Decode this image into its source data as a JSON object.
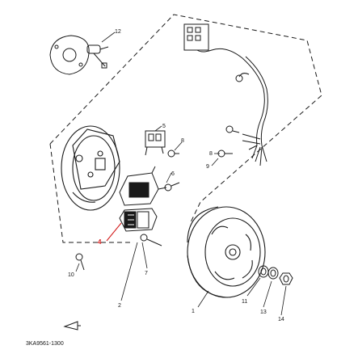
{
  "callouts": [
    {
      "id": "part-1",
      "label": "1"
    },
    {
      "id": "part-2",
      "label": "2"
    },
    {
      "id": "part-4",
      "label": "4",
      "color": "#d42020"
    },
    {
      "id": "part-5",
      "label": "5"
    },
    {
      "id": "part-6",
      "label": "6"
    },
    {
      "id": "part-7",
      "label": "7"
    },
    {
      "id": "part-8",
      "label": "8"
    },
    {
      "id": "part-9",
      "label": "9"
    },
    {
      "id": "part-10",
      "label": "10"
    },
    {
      "id": "part-11",
      "label": "11"
    },
    {
      "id": "part-12",
      "label": "12"
    },
    {
      "id": "part-13",
      "label": "13"
    },
    {
      "id": "part-14",
      "label": "14"
    }
  ],
  "diagram_code": "3KA9561-1300",
  "colors": {
    "line": "#1a1a1a",
    "highlight": "#d42020",
    "background": "#ffffff"
  }
}
